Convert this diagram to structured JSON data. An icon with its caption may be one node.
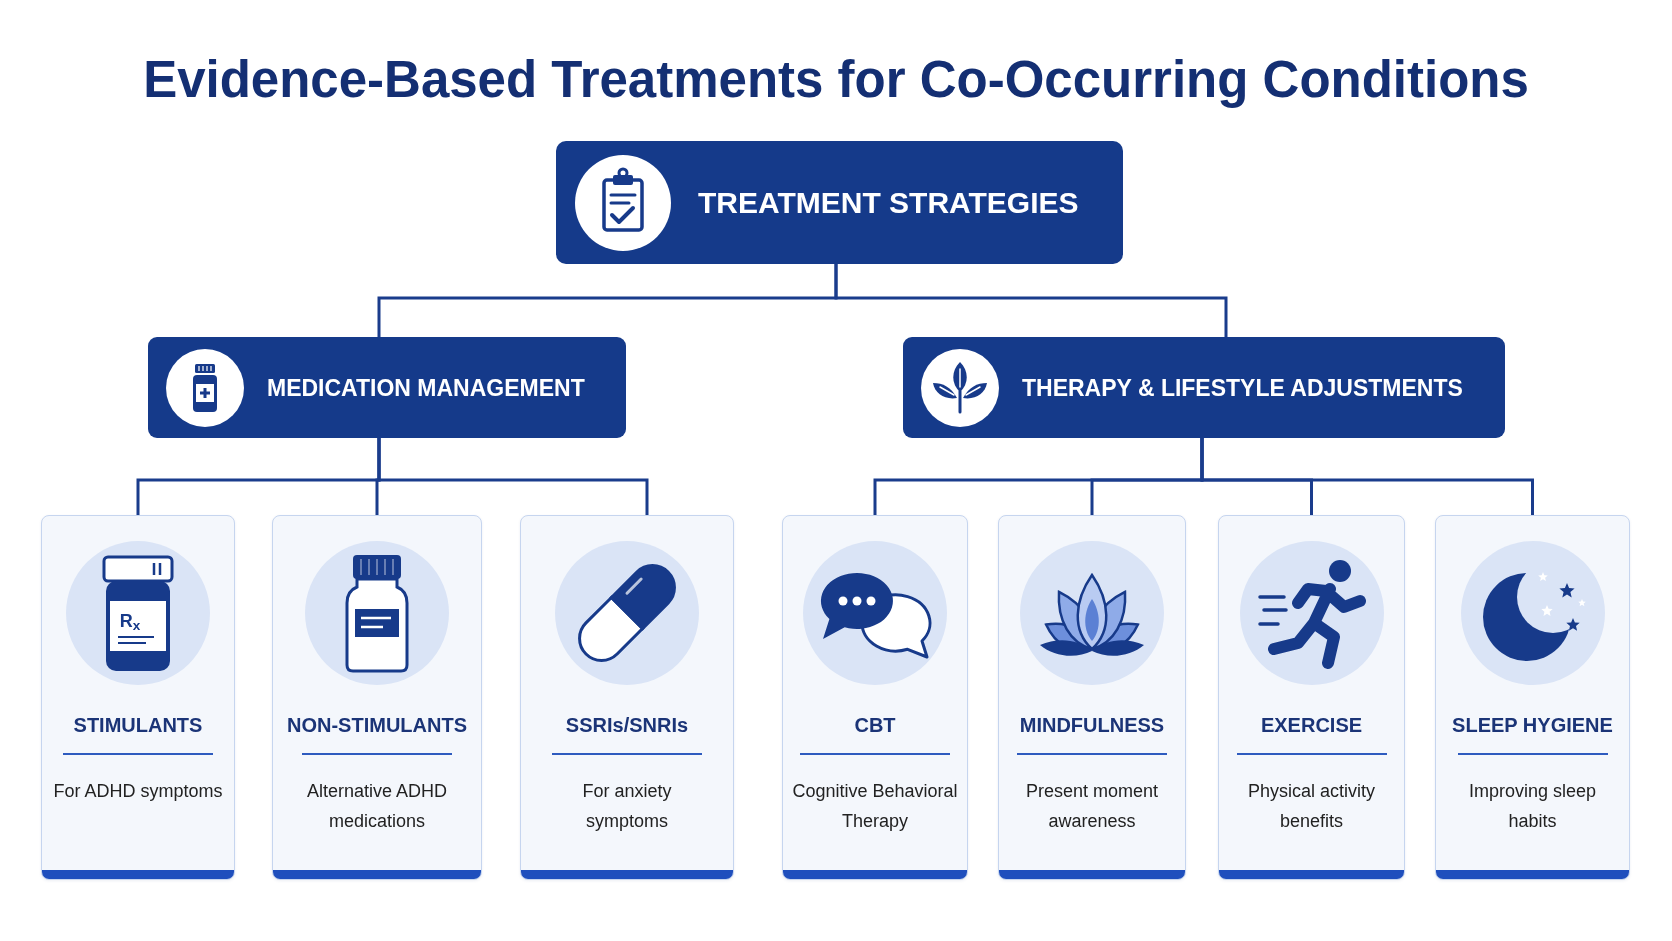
{
  "diagram": {
    "title": "Evidence-Based Treatments for Co-Occurring Conditions",
    "nodes": [
      {
        "text": [
          "TREATMENT STRATEGIES"
        ]
      },
      {
        "text": [
          "MEDICATION MANAGEMENT"
        ]
      },
      {
        "text": [
          "THERAPY & LIFESTYLE ADJUSTMENTS"
        ]
      },
      {
        "text": [
          "STIMULANTS",
          "For ADHD symptoms"
        ]
      },
      {
        "text": [
          "NON-STIMULANTS",
          "Alternative ADHD medications"
        ]
      },
      {
        "text": [
          "SSRIs/SNRIs",
          "For anxiety symptoms"
        ]
      },
      {
        "text": [
          "CBT",
          "Cognitive Behavioral Therapy"
        ]
      },
      {
        "text": [
          "MINDFULNESS",
          "Present moment awareness"
        ]
      },
      {
        "text": [
          "EXERCISE",
          "Physical activity benefits"
        ]
      },
      {
        "text": [
          "SLEEP HYGIENE",
          "Improving sleep habits"
        ]
      }
    ],
    "edges": [
      {
        "from": 0,
        "to": 1,
        "arrow": "none"
      },
      {
        "from": 0,
        "to": 2,
        "arrow": "none"
      },
      {
        "from": 1,
        "to": 3,
        "arrow": "none"
      },
      {
        "from": 1,
        "to": 4,
        "arrow": "none"
      },
      {
        "from": 1,
        "to": 5,
        "arrow": "none"
      },
      {
        "from": 2,
        "to": 6,
        "arrow": "none"
      },
      {
        "from": 2,
        "to": 7,
        "arrow": "none"
      },
      {
        "from": 2,
        "to": 8,
        "arrow": "none"
      },
      {
        "from": 2,
        "to": 9,
        "arrow": "none"
      }
    ],
    "labels": [
      "R$_{x}$"
    ]
  }
}
